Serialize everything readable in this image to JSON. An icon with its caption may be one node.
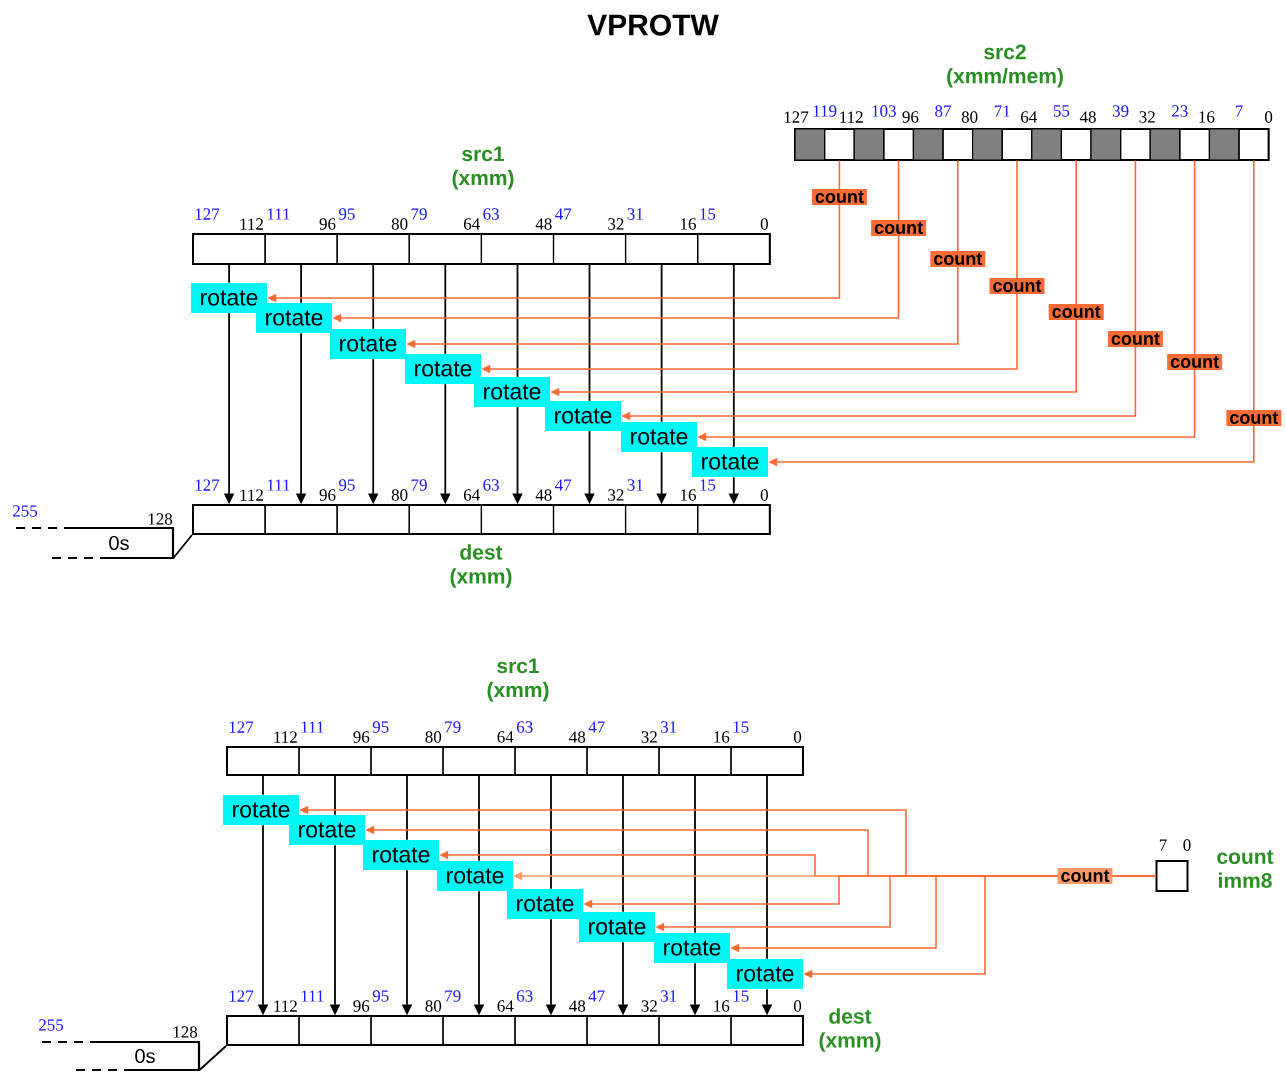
{
  "diagram": {
    "title": "VPROTW",
    "nodes": [
      {
        "text": [
          "src2 (xmm/mem)"
        ]
      },
      {
        "text": [],
        "shape": "box",
        "in": 0
      },
      {
        "text": [],
        "shape": "box",
        "in": 0
      },
      {
        "text": [],
        "shape": "box",
        "in": 0
      },
      {
        "text": [],
        "shape": "box",
        "in": 0
      },
      {
        "text": [],
        "shape": "box",
        "in": 0
      },
      {
        "text": [],
        "shape": "box",
        "in": 0
      },
      {
        "text": [],
        "shape": "box",
        "in": 0
      },
      {
        "text": [],
        "shape": "box",
        "in": 0
      },
      {
        "text": [],
        "shape": "box",
        "in": 0
      },
      {
        "text": [],
        "shape": "box",
        "in": 0
      },
      {
        "text": [],
        "shape": "box",
        "in": 0
      },
      {
        "text": [],
        "shape": "box",
        "in": 0
      },
      {
        "text": [],
        "shape": "box",
        "in": 0
      },
      {
        "text": [],
        "shape": "box",
        "in": 0
      },
      {
        "text": [],
        "shape": "box",
        "in": 0
      },
      {
        "text": [],
        "shape": "box",
        "in": 0
      },
      {
        "text": [
          "src1 (xmm)"
        ]
      },
      {
        "text": [],
        "shape": "box",
        "in": 17
      },
      {
        "text": [],
        "shape": "box",
        "in": 17
      },
      {
        "text": [],
        "shape": "box",
        "in": 17
      },
      {
        "text": [],
        "shape": "box",
        "in": 17
      },
      {
        "text": [],
        "shape": "box",
        "in": 17
      },
      {
        "text": [],
        "shape": "box",
        "in": 17
      },
      {
        "text": [],
        "shape": "box",
        "in": 17
      },
      {
        "text": [],
        "shape": "box",
        "in": 17
      },
      {
        "text": [
          "rotate"
        ]
      },
      {
        "text": [
          "rotate"
        ]
      },
      {
        "text": [
          "rotate"
        ]
      },
      {
        "text": [
          "rotate"
        ]
      },
      {
        "text": [
          "rotate"
        ]
      },
      {
        "text": [
          "rotate"
        ]
      },
      {
        "text": [
          "rotate"
        ]
      },
      {
        "text": [
          "rotate"
        ]
      },
      {
        "text": [
          "dest (xmm)"
        ]
      },
      {
        "text": [],
        "shape": "box",
        "in": 34
      },
      {
        "text": [],
        "shape": "box",
        "in": 34
      },
      {
        "text": [],
        "shape": "box",
        "in": 34
      },
      {
        "text": [],
        "shape": "box",
        "in": 34
      },
      {
        "text": [],
        "shape": "box",
        "in": 34
      },
      {
        "text": [],
        "shape": "box",
        "in": 34
      },
      {
        "text": [],
        "shape": "box",
        "in": 34
      },
      {
        "text": [],
        "shape": "box",
        "in": 34
      },
      {
        "text": [
          "0s"
        ]
      },
      {
        "text": [
          "src1 (xmm)"
        ]
      },
      {
        "text": [],
        "shape": "box",
        "in": 44
      },
      {
        "text": [],
        "shape": "box",
        "in": 44
      },
      {
        "text": [],
        "shape": "box",
        "in": 44
      },
      {
        "text": [],
        "shape": "box",
        "in": 44
      },
      {
        "text": [],
        "shape": "box",
        "in": 44
      },
      {
        "text": [],
        "shape": "box",
        "in": 44
      },
      {
        "text": [],
        "shape": "box",
        "in": 44
      },
      {
        "text": [],
        "shape": "box",
        "in": 44
      },
      {
        "text": [
          "rotate"
        ]
      },
      {
        "text": [
          "rotate"
        ]
      },
      {
        "text": [
          "rotate"
        ]
      },
      {
        "text": [
          "rotate"
        ]
      },
      {
        "text": [
          "rotate"
        ]
      },
      {
        "text": [
          "rotate"
        ]
      },
      {
        "text": [
          "rotate"
        ]
      },
      {
        "text": [
          "rotate"
        ]
      },
      {
        "text": [
          "count imm8"
        ]
      },
      {
        "text": [
          "dest (xmm)"
        ]
      },
      {
        "text": [],
        "shape": "box",
        "in": 62
      },
      {
        "text": [],
        "shape": "box",
        "in": 62
      },
      {
        "text": [],
        "shape": "box",
        "in": 62
      },
      {
        "text": [],
        "shape": "box",
        "in": 62
      },
      {
        "text": [],
        "shape": "box",
        "in": 62
      },
      {
        "text": [],
        "shape": "box",
        "in": 62
      },
      {
        "text": [],
        "shape": "box",
        "in": 62
      },
      {
        "text": [],
        "shape": "box",
        "in": 62
      },
      {
        "text": [
          "0s"
        ]
      }
    ],
    "edges": [
      {
        "from": 18,
        "to": 26,
        "arrow": "none"
      },
      {
        "from": 26,
        "to": 35,
        "arrow": "to"
      },
      {
        "from": 19,
        "to": 27,
        "arrow": "none"
      },
      {
        "from": 27,
        "to": 36,
        "arrow": "to"
      },
      {
        "from": 20,
        "to": 28,
        "arrow": "none"
      },
      {
        "from": 28,
        "to": 37,
        "arrow": "to"
      },
      {
        "from": 21,
        "to": 29,
        "arrow": "none"
      },
      {
        "from": 29,
        "to": 38,
        "arrow": "to"
      },
      {
        "from": 22,
        "to": 30,
        "arrow": "none"
      },
      {
        "from": 30,
        "to": 39,
        "arrow": "to"
      },
      {
        "from": 23,
        "to": 31,
        "arrow": "none"
      },
      {
        "from": 31,
        "to": 40,
        "arrow": "to"
      },
      {
        "from": 24,
        "to": 32,
        "arrow": "none"
      },
      {
        "from": 32,
        "to": 41,
        "arrow": "to"
      },
      {
        "from": 25,
        "to": 33,
        "arrow": "none"
      },
      {
        "from": 33,
        "to": 42,
        "arrow": "to"
      },
      {
        "from": 2,
        "to": 26,
        "arrow": "to",
        "label": "count",
        "color": "#ff6b35"
      },
      {
        "from": 4,
        "to": 27,
        "arrow": "to",
        "label": "count",
        "color": "#ff6b35"
      },
      {
        "from": 6,
        "to": 28,
        "arrow": "to",
        "label": "count",
        "color": "#ff6b35"
      },
      {
        "from": 8,
        "to": 29,
        "arrow": "to",
        "label": "count",
        "color": "#ff6b35"
      },
      {
        "from": 10,
        "to": 30,
        "arrow": "to",
        "label": "count",
        "color": "#ff6b35"
      },
      {
        "from": 12,
        "to": 31,
        "arrow": "to",
        "label": "count",
        "color": "#ff6b35"
      },
      {
        "from": 14,
        "to": 32,
        "arrow": "to",
        "label": "count",
        "color": "#ff6b35"
      },
      {
        "from": 16,
        "to": 33,
        "arrow": "to",
        "label": "count",
        "color": "#ff6b35"
      },
      {
        "from": 43,
        "to": 34,
        "arrow": "none"
      },
      {
        "from": 45,
        "to": 53,
        "arrow": "none"
      },
      {
        "from": 53,
        "to": 63,
        "arrow": "to"
      },
      {
        "from": 46,
        "to": 54,
        "arrow": "none"
      },
      {
        "from": 54,
        "to": 64,
        "arrow": "to"
      },
      {
        "from": 47,
        "to": 55,
        "arrow": "none"
      },
      {
        "from": 55,
        "to": 65,
        "arrow": "to"
      },
      {
        "from": 48,
        "to": 56,
        "arrow": "none"
      },
      {
        "from": 56,
        "to": 66,
        "arrow": "to"
      },
      {
        "from": 49,
        "to": 57,
        "arrow": "none"
      },
      {
        "from": 57,
        "to": 67,
        "arrow": "to"
      },
      {
        "from": 50,
        "to": 58,
        "arrow": "none"
      },
      {
        "from": 58,
        "to": 68,
        "arrow": "to"
      },
      {
        "from": 51,
        "to": 59,
        "arrow": "none"
      },
      {
        "from": 59,
        "to": 69,
        "arrow": "to"
      },
      {
        "from": 52,
        "to": 60,
        "arrow": "none"
      },
      {
        "from": 60,
        "to": 70,
        "arrow": "to"
      },
      {
        "from": 61,
        "to": 53,
        "arrow": "to",
        "color": "#ff6b35"
      },
      {
        "from": 61,
        "to": 54,
        "arrow": "to",
        "color": "#ff6b35"
      },
      {
        "from": 61,
        "to": 55,
        "arrow": "to",
        "color": "#ff6b35"
      },
      {
        "from": 61,
        "to": 56,
        "arrow": "to",
        "color": "#ff9966",
        "label": "count"
      },
      {
        "from": 61,
        "to": 57,
        "arrow": "to",
        "color": "#ff6b35"
      },
      {
        "from": 61,
        "to": 58,
        "arrow": "to",
        "color": "#ff6b35"
      },
      {
        "from": 61,
        "to": 59,
        "arrow": "to",
        "color": "#ff6b35"
      },
      {
        "from": 61,
        "to": 60,
        "arrow": "to",
        "color": "#ff6b35"
      },
      {
        "from": 71,
        "to": 62,
        "arrow": "none"
      }
    ],
    "labels": [
      "127",
      "119",
      "112",
      "103",
      "96",
      "87",
      "80",
      "71",
      "64",
      "55",
      "48",
      "39",
      "32",
      "23",
      "16",
      "7",
      "0",
      "127",
      "112",
      "111",
      "96",
      "95",
      "80",
      "79",
      "64",
      "63",
      "48",
      "47",
      "32",
      "31",
      "16",
      "15",
      "0",
      "127",
      "112",
      "111",
      "96",
      "95",
      "80",
      "79",
      "64",
      "63",
      "48",
      "47",
      "32",
      "31",
      "16",
      "15",
      "0",
      "255",
      "128",
      "127",
      "112",
      "111",
      "96",
      "95",
      "80",
      "79",
      "64",
      "63",
      "48",
      "47",
      "32",
      "31",
      "16",
      "15",
      "0",
      "7",
      "0",
      "127",
      "112",
      "111",
      "96",
      "95",
      "80",
      "79",
      "64",
      "63",
      "48",
      "47",
      "32",
      "31",
      "16",
      "15",
      "0",
      "255",
      "128"
    ]
  }
}
